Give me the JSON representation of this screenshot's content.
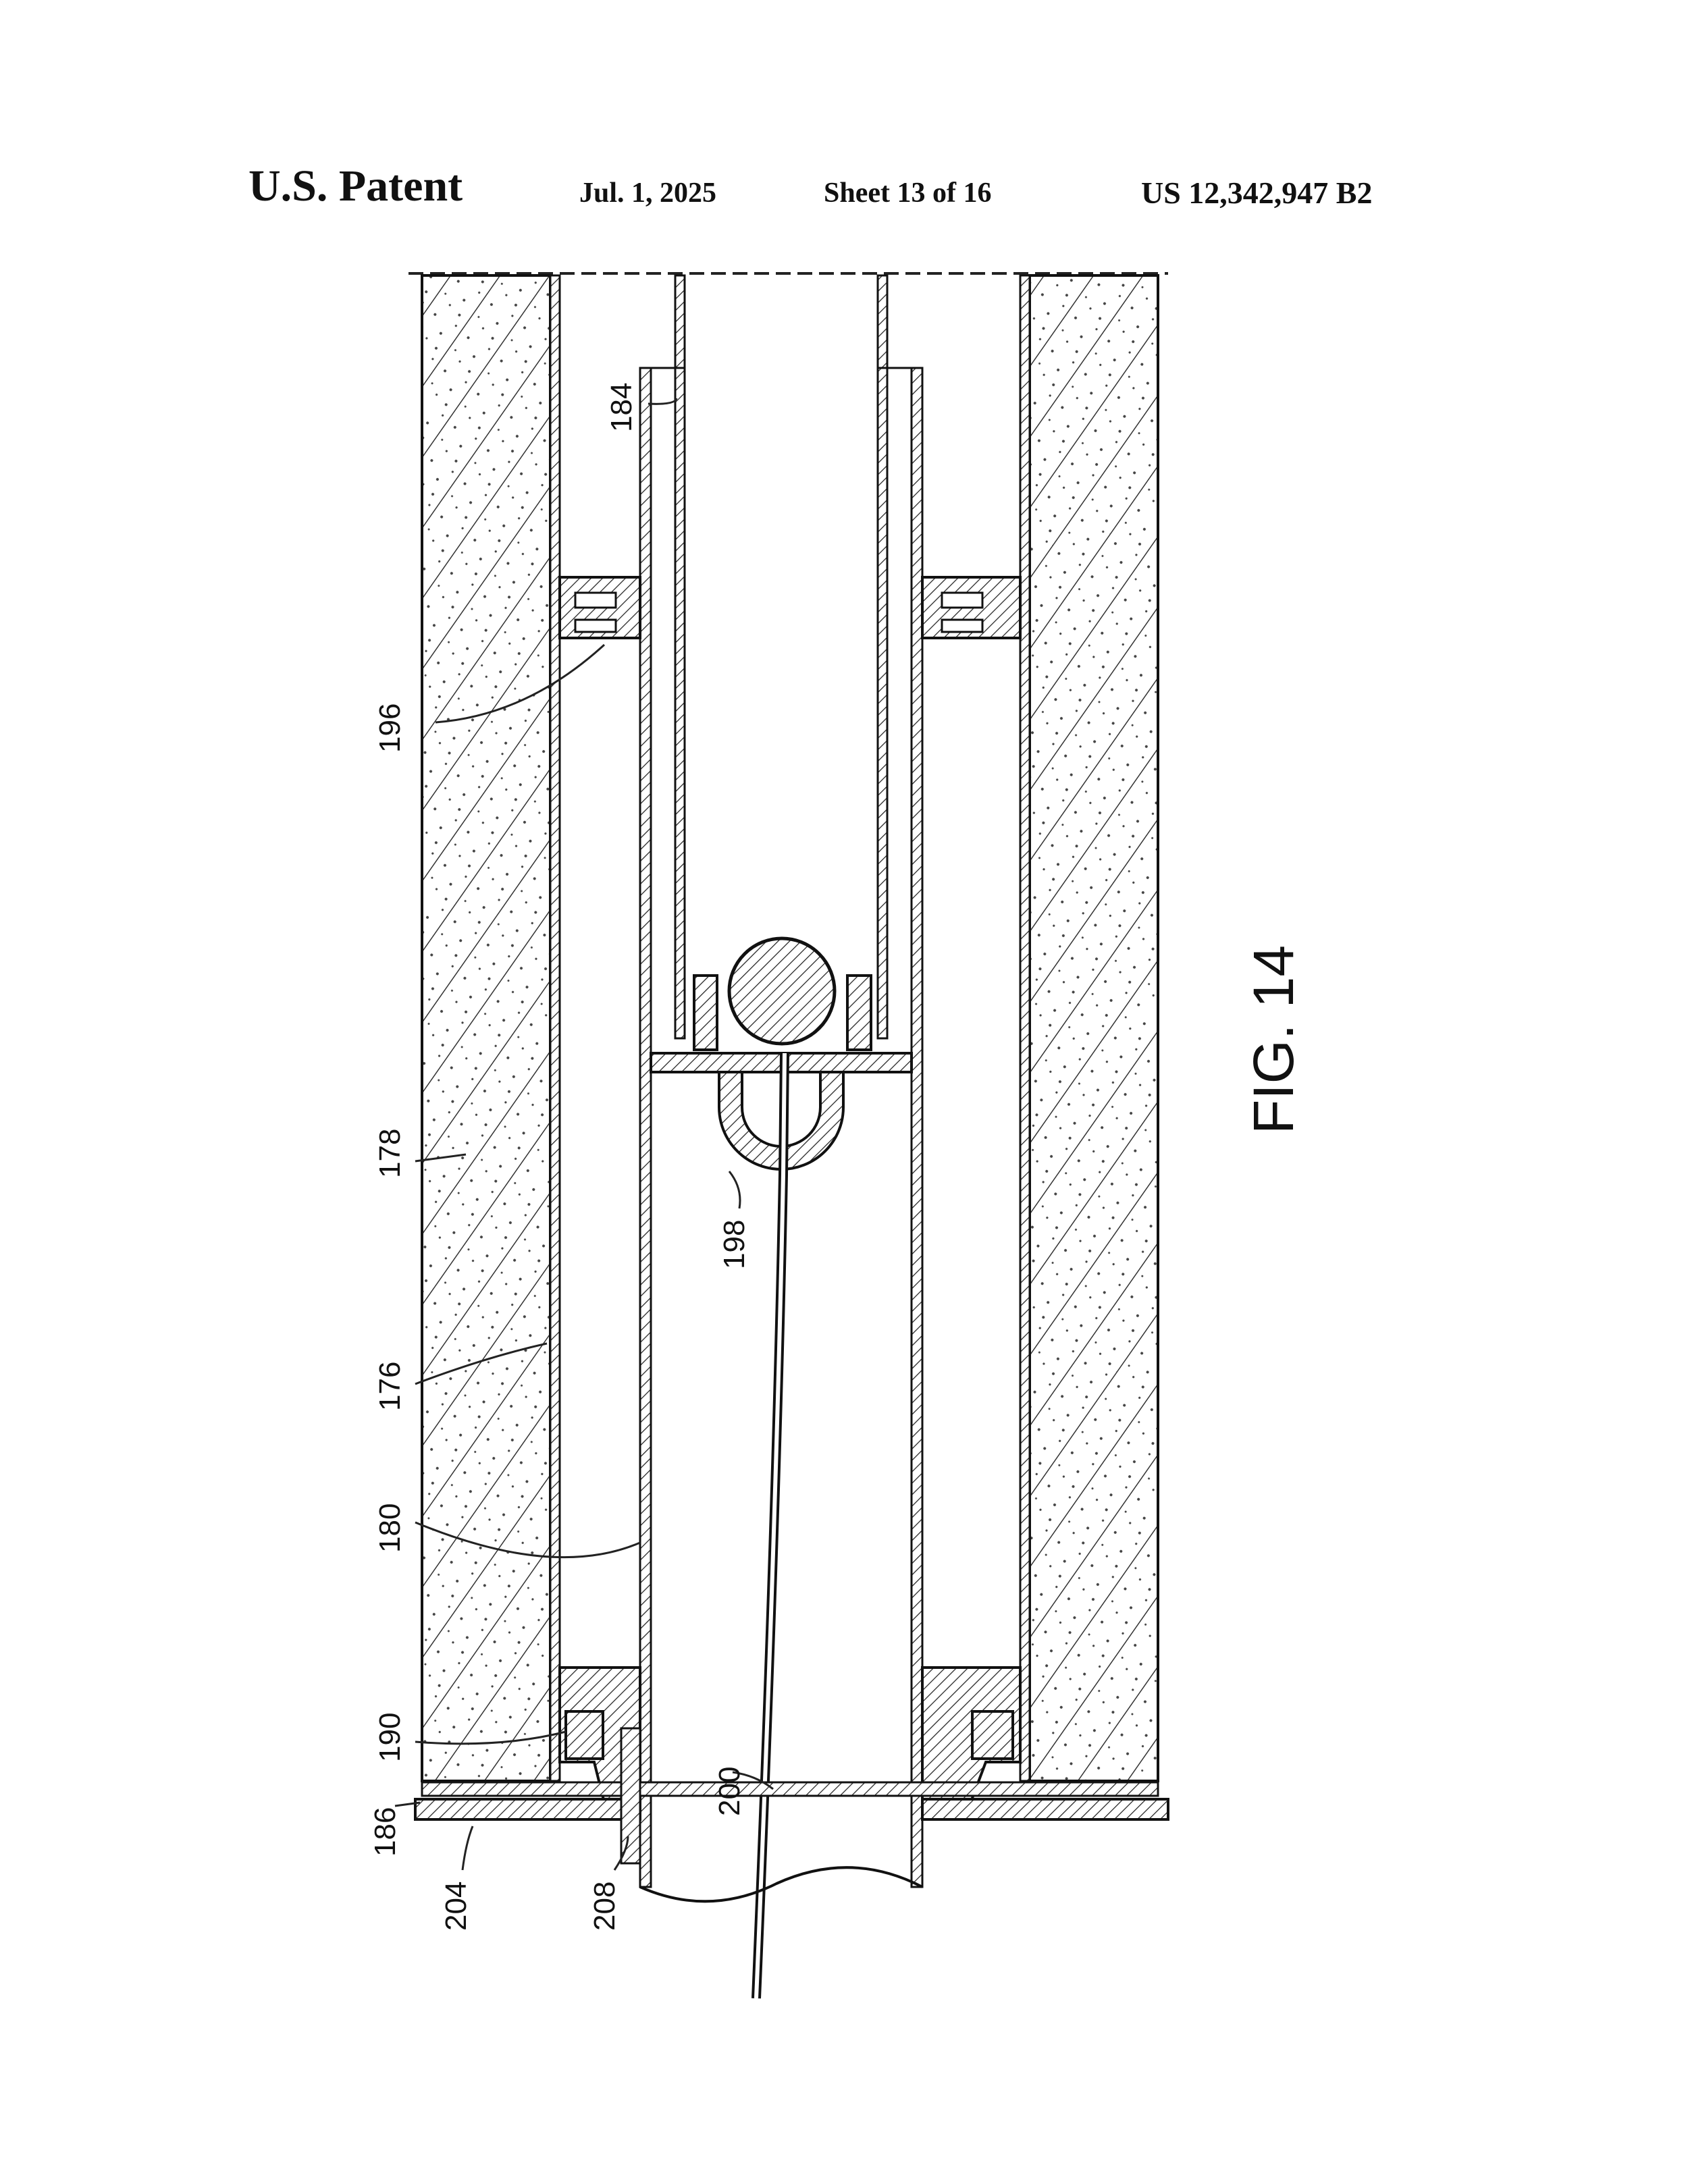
{
  "header": {
    "title": "U.S. Patent",
    "date": "Jul. 1, 2025",
    "sheet": "Sheet 13 of 16",
    "patent_number": "US 12,342,947 B2"
  },
  "figure": {
    "caption": "FIG. 14",
    "labels": {
      "l184": "184",
      "l196": "196",
      "l178": "178",
      "l176": "176",
      "l198": "198",
      "l180": "180",
      "l190": "190",
      "l200": "200",
      "l186": "186",
      "l204": "204",
      "l208": "208"
    }
  }
}
